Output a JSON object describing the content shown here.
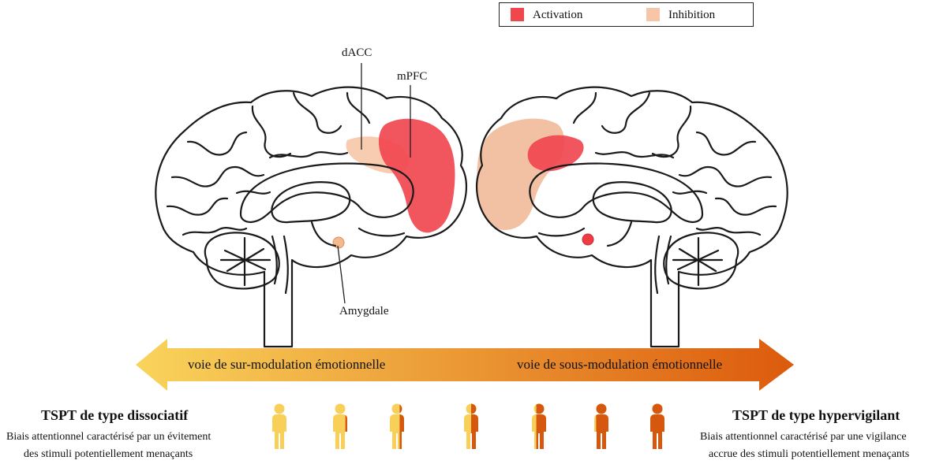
{
  "legend": {
    "activation_label": "Activation",
    "inhibition_label": "Inhibition",
    "activation_color": "#f0474f",
    "inhibition_color": "#f7c6a8"
  },
  "brain_labels": {
    "dacc": "dACC",
    "mpfc": "mPFC",
    "amygdala": "Amygdale"
  },
  "axis": {
    "left_label": "voie de sur-modulation émotionnelle",
    "right_label": "voie de sous-modulation émotionnelle",
    "gradient_start": "#f9d45c",
    "gradient_end": "#dc5a0c"
  },
  "left_profile": {
    "title": "TSPT de type dissociatif",
    "desc_line1": "Biais attentionnel caractérisé par un évitement",
    "desc_line2": "des stimuli potentiellement menaçants"
  },
  "right_profile": {
    "title": "TSPT de type hypervigilant",
    "desc_line1": "Biais attentionnel caractérisé par une vigilance",
    "desc_line2": "accrue des stimuli potentiellement menaçants"
  },
  "figures": {
    "count": 7,
    "fill_ratio": [
      0,
      0.17,
      0.33,
      0.5,
      0.67,
      0.83,
      1
    ],
    "light_color": "#f8cf58",
    "dark_color": "#d6580e"
  }
}
